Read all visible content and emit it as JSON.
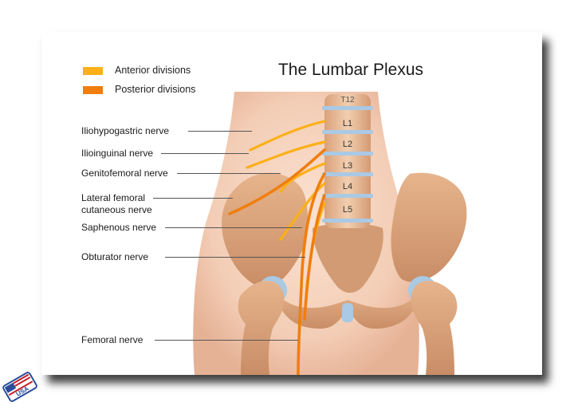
{
  "title": "The Lumbar Plexus",
  "legend": {
    "anterior": {
      "label": "Anterior divisions",
      "color": "#fbb017"
    },
    "posterior": {
      "label": "Posterior divisions",
      "color": "#f07e0f"
    }
  },
  "nerve_labels": [
    "Iliohypogastric nerve",
    "Ilioinguinal nerve",
    "Genitofemoral nerve",
    "Lateral femoral",
    "cutaneous nerve",
    "Saphenous nerve",
    "Obturator nerve",
    "Femoral nerve"
  ],
  "vertebrae": [
    "T12",
    "L1",
    "L2",
    "L3",
    "L4",
    "L5"
  ],
  "badge": {
    "text": "USA",
    "colors": {
      "blue": "#2a4d9b",
      "red": "#c8202a"
    }
  }
}
